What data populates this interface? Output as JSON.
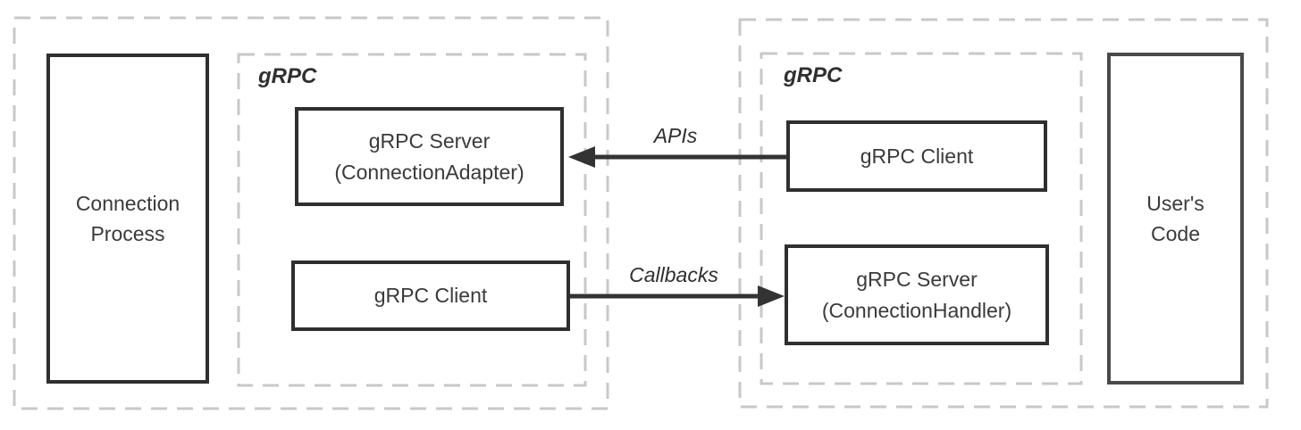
{
  "diagram": {
    "title": "gRPC connection architecture diagram",
    "colors": {
      "background": "#ffffff",
      "solid_border": "#2f2f2f",
      "users_code_border": "#4a4a4a",
      "dashed_border": "#c8c8c8",
      "text": "#3a3a3a",
      "arrow": "#333333"
    },
    "left_group": {
      "grpc_container_label": "gRPC",
      "boxes": {
        "connection_process": "Connection\nProcess",
        "grpc_server_adapter": "gRPC Server\n(ConnectionAdapter)",
        "grpc_client": "gRPC Client"
      }
    },
    "right_group": {
      "grpc_container_label": "gRPC",
      "boxes": {
        "grpc_client": "gRPC Client",
        "grpc_server_handler": "gRPC Server\n(ConnectionHandler)",
        "users_code": "User's\nCode"
      }
    },
    "arrows": [
      {
        "label": "APIs",
        "direction": "right-to-left",
        "from": "gRPC Client (right group)",
        "to": "gRPC Server (ConnectionAdapter)"
      },
      {
        "label": "Callbacks",
        "direction": "left-to-right",
        "from": "gRPC Client (left group)",
        "to": "gRPC Server (ConnectionHandler)"
      }
    ]
  }
}
